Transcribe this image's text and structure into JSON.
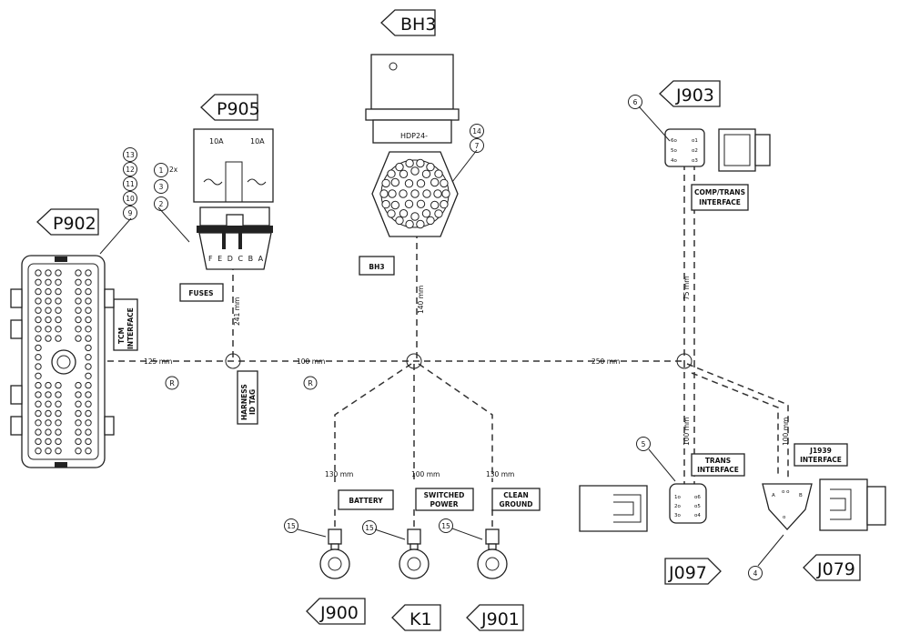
{
  "connector_tags": {
    "bh3_top": "BH3",
    "p905": "P905",
    "j903": "J903",
    "p902": "P902",
    "j097": "J097",
    "j079": "J079",
    "j900": "J900",
    "k1": "K1",
    "j901": "J901"
  },
  "box_labels": {
    "fuses": "FUSES",
    "bh3": "BH3",
    "comp_trans_1": "COMP/TRANS",
    "comp_trans_2": "INTERFACE",
    "tcm_1": "TCM",
    "tcm_2": "INTERFACE",
    "harness_1": "HARNESS",
    "harness_2": "ID TAG",
    "battery": "BATTERY",
    "switched_1": "SWITCHED",
    "switched_2": "POWER",
    "clean_1": "CLEAN",
    "clean_2": "GROUND",
    "trans_1": "TRANS",
    "trans_2": "INTERFACE",
    "j1939_1": "J1939",
    "j1939_2": "INTERFACE"
  },
  "part_text": {
    "hdp24": "HDP24-",
    "fuse_a": "10A",
    "fuse_b": "10A",
    "relay_pins": "F E D C B A",
    "qty": "2x"
  },
  "dimensions": {
    "d125": "125 mm",
    "d100": "100 mm",
    "d250": "250 mm",
    "d241": "241 mm",
    "d140": "140 mm",
    "d75": "75 mm",
    "d130_bat": "130 mm",
    "d100_sw": "100 mm",
    "d130_gnd": "130 mm",
    "d100_trans": "100 mm",
    "d100_j1939": "100 mm"
  },
  "markers": {
    "r1": "R",
    "r2": "R"
  },
  "balloons": {
    "b1": "1",
    "b3": "3",
    "b2": "2",
    "b13": "13",
    "b12": "12",
    "b11": "11",
    "b10": "10",
    "b9": "9",
    "b14": "14",
    "b7": "7",
    "b6": "6",
    "b5": "5",
    "b4": "4",
    "b15a": "15",
    "b15b": "15",
    "b15c": "15"
  }
}
